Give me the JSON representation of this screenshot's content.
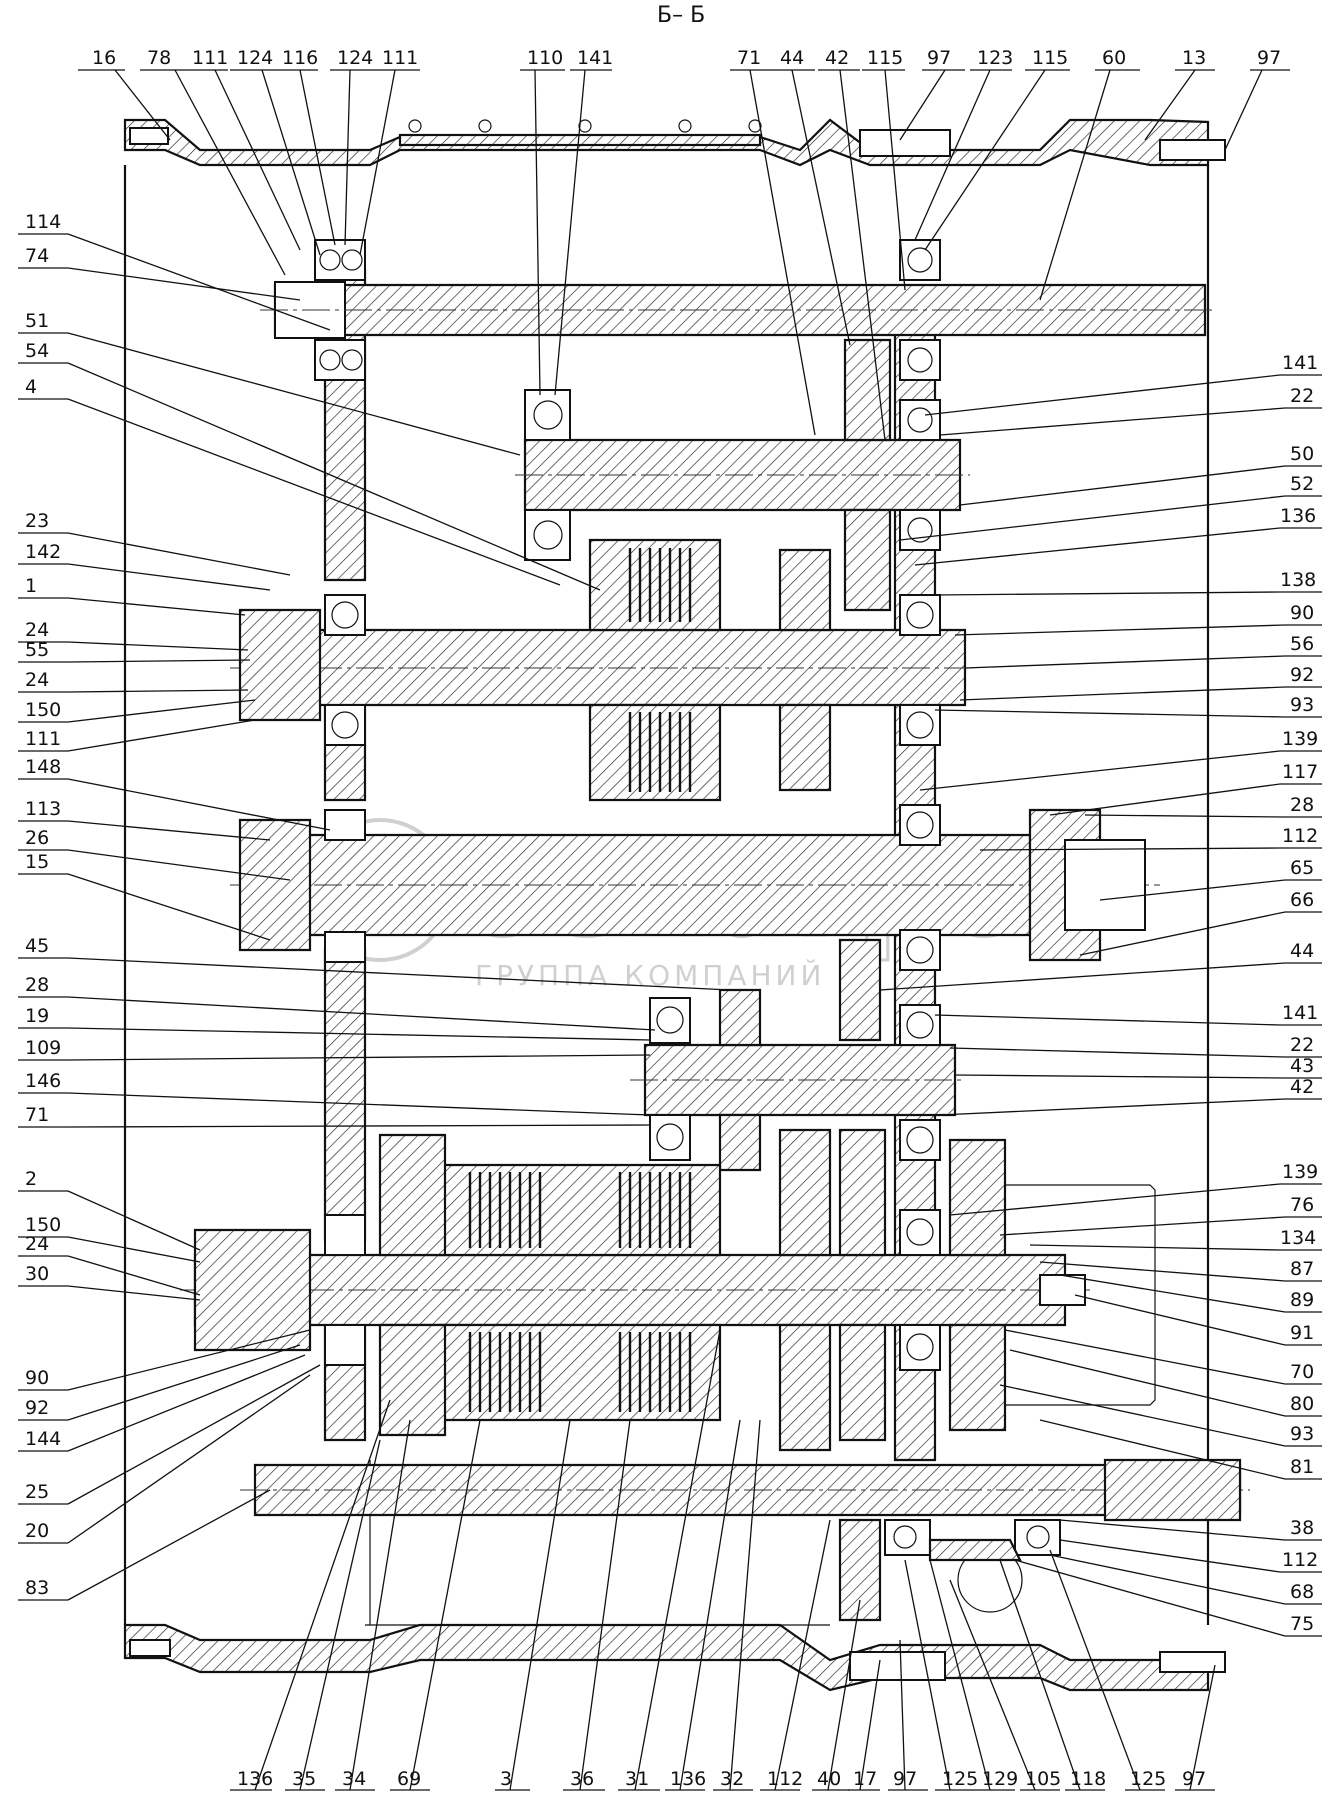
{
  "section_title": "Б– Б",
  "watermark": {
    "brand": "белагро",
    "subtitle": "ГРУППА КОМПАНИЙ"
  },
  "labels": {
    "top": [
      "16",
      "78",
      "111",
      "124",
      "116",
      "124",
      "111",
      "110",
      "141",
      "71",
      "44",
      "42",
      "115",
      "97",
      "123",
      "115",
      "60",
      "13",
      "97"
    ],
    "left": [
      "114",
      "74",
      "51",
      "54",
      "4",
      "23",
      "142",
      "1",
      "24",
      "55",
      "24",
      "150",
      "111",
      "148",
      "113",
      "26",
      "15",
      "45",
      "28",
      "19",
      "109",
      "146",
      "71",
      "2",
      "150",
      "24",
      "30",
      "90",
      "92",
      "144",
      "25",
      "20",
      "83"
    ],
    "right": [
      "141",
      "22",
      "50",
      "52",
      "136",
      "138",
      "90",
      "56",
      "92",
      "93",
      "139",
      "117",
      "28",
      "112",
      "65",
      "66",
      "44",
      "141",
      "22",
      "43",
      "42",
      "139",
      "76",
      "134",
      "87",
      "89",
      "91",
      "70",
      "80",
      "93",
      "81",
      "38",
      "112",
      "68",
      "75"
    ],
    "bottom": [
      "136",
      "35",
      "34",
      "69",
      "3",
      "36",
      "31",
      "136",
      "32",
      "112",
      "40",
      "17",
      "97",
      "125",
      "129",
      "105",
      "118",
      "125",
      "97"
    ]
  }
}
